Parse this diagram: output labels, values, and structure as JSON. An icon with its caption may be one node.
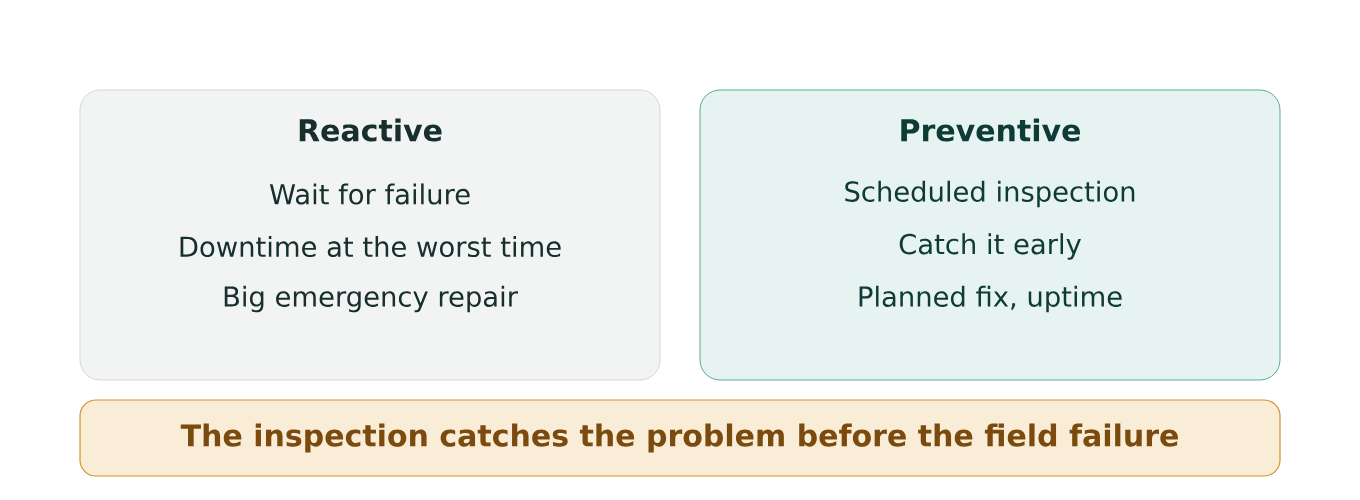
{
  "diagram": {
    "nodes": [
      {
        "text": [
          "Reactive",
          "Wait for failure",
          "Downtime at the worst time",
          "Big emergency repair"
        ]
      },
      {
        "text": [
          "Preventive",
          "Scheduled inspection",
          "Catch it early",
          "Planned fix, uptime"
        ]
      },
      {
        "text": [
          "The inspection catches the problem before the field failure"
        ]
      }
    ]
  }
}
